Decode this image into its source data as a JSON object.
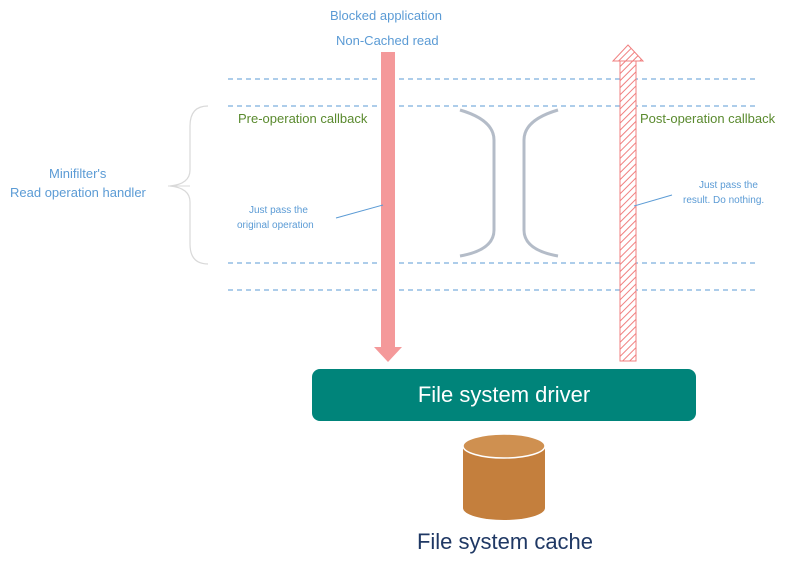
{
  "top_label": {
    "line1": "Blocked application",
    "line2": "Non-Cached read"
  },
  "side_label": {
    "line1": "Minifilter's",
    "line2": "Read operation handler"
  },
  "pre_callback_label": "Pre-operation callback",
  "post_callback_label": "Post-operation callback",
  "pre_note": {
    "line1": "Just pass the",
    "line2": "original operation"
  },
  "post_note": {
    "line1": "Just pass the",
    "line2": "result. Do nothing."
  },
  "driver_label": "File system driver",
  "cache_label": "File system cache",
  "colors": {
    "label_blue": "#5b9bd5",
    "label_green": "#5a8a2e",
    "arrow_down": "#f4999a",
    "arrow_up_hatch": "#f08080",
    "driver_box": "#00847a",
    "cache_cylinder": "#c47f3d",
    "cache_label": "#1f3864",
    "dashed_line": "#5b9bd5"
  }
}
